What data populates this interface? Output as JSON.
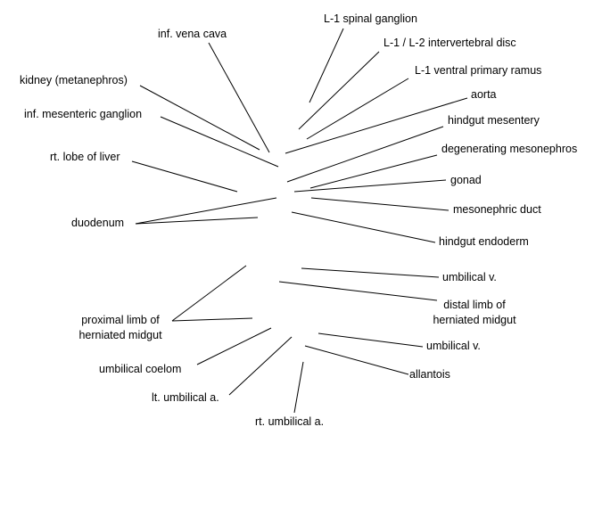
{
  "labels": {
    "l1_spinal_ganglion": "L-1 spinal ganglion",
    "l1_l2_disc": "L-1 / L-2 intervertebral disc",
    "l1_ventral_ramus": "L-1 ventral primary ramus",
    "aorta": "aorta",
    "hindgut_mesentery": "hindgut mesentery",
    "degenerating_mesonephros": "degenerating mesonephros",
    "gonad": "gonad",
    "mesonephric_duct": "mesonephric duct",
    "hindgut_endoderm": "hindgut endoderm",
    "inf_vena_cava": "inf. vena cava",
    "kidney": "kidney (metanephros)",
    "inf_mesenteric_ganglion": "inf. mesenteric ganglion",
    "rt_lobe_liver": "rt. lobe of liver",
    "duodenum": "duodenum",
    "umbilical_v_upper": "umbilical v.",
    "distal_limb_line1": "distal limb of",
    "distal_limb_line2": "herniated midgut",
    "proximal_limb_line1": "proximal limb of",
    "proximal_limb_line2": "herniated midgut",
    "umbilical_v_lower": "umbilical v.",
    "allantois": "allantois",
    "umbilical_coelom": "umbilical coelom",
    "lt_umbilical_a": "lt. umbilical a.",
    "rt_umbilical_a": "rt. umbilical a."
  }
}
